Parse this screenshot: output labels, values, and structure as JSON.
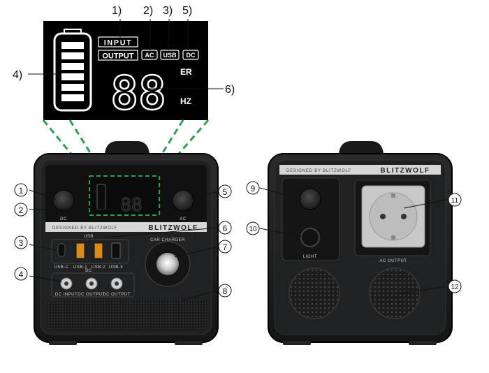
{
  "display": {
    "label_input": "INPUT",
    "label_output": "OUTPUT",
    "label_ac": "AC",
    "label_usb": "USB",
    "label_dc": "DC",
    "digits": "88",
    "unit_top": "ER",
    "unit_bottom": "HZ"
  },
  "callouts_display": [
    "1)",
    "2)",
    "3)",
    "5)",
    "4)",
    "6)"
  ],
  "front": {
    "designed_by": "DESIGNED  BY  BLITZWOLF",
    "brand": "BLITZWOLF",
    "dc_button_label": "DC",
    "ac_button_label": "AC",
    "usb_group_label": "USB",
    "usb_ports": [
      "USB-C",
      "USB-1",
      "USB-2",
      "USB-3"
    ],
    "car_charger_label": "CAR CHARGER",
    "dc_group_label": "DC",
    "dc_ports": [
      "DC INPUT",
      "DC OUTPUT",
      "DC OUTPUT"
    ],
    "callouts": [
      "1",
      "2",
      "3",
      "4",
      "5",
      "6",
      "7",
      "8"
    ]
  },
  "back": {
    "designed_by": "DESIGNED  BY  BLITZWOLF",
    "brand": "BLITZWOLF",
    "light_label": "LIGHT",
    "ac_output_label": "AC OUTPUT",
    "callouts": [
      "9",
      "10",
      "11",
      "12"
    ]
  },
  "colors": {
    "accent_green": "#2e9e54",
    "body_dark": "#1e1f20",
    "lcd_bg": "#000000"
  }
}
